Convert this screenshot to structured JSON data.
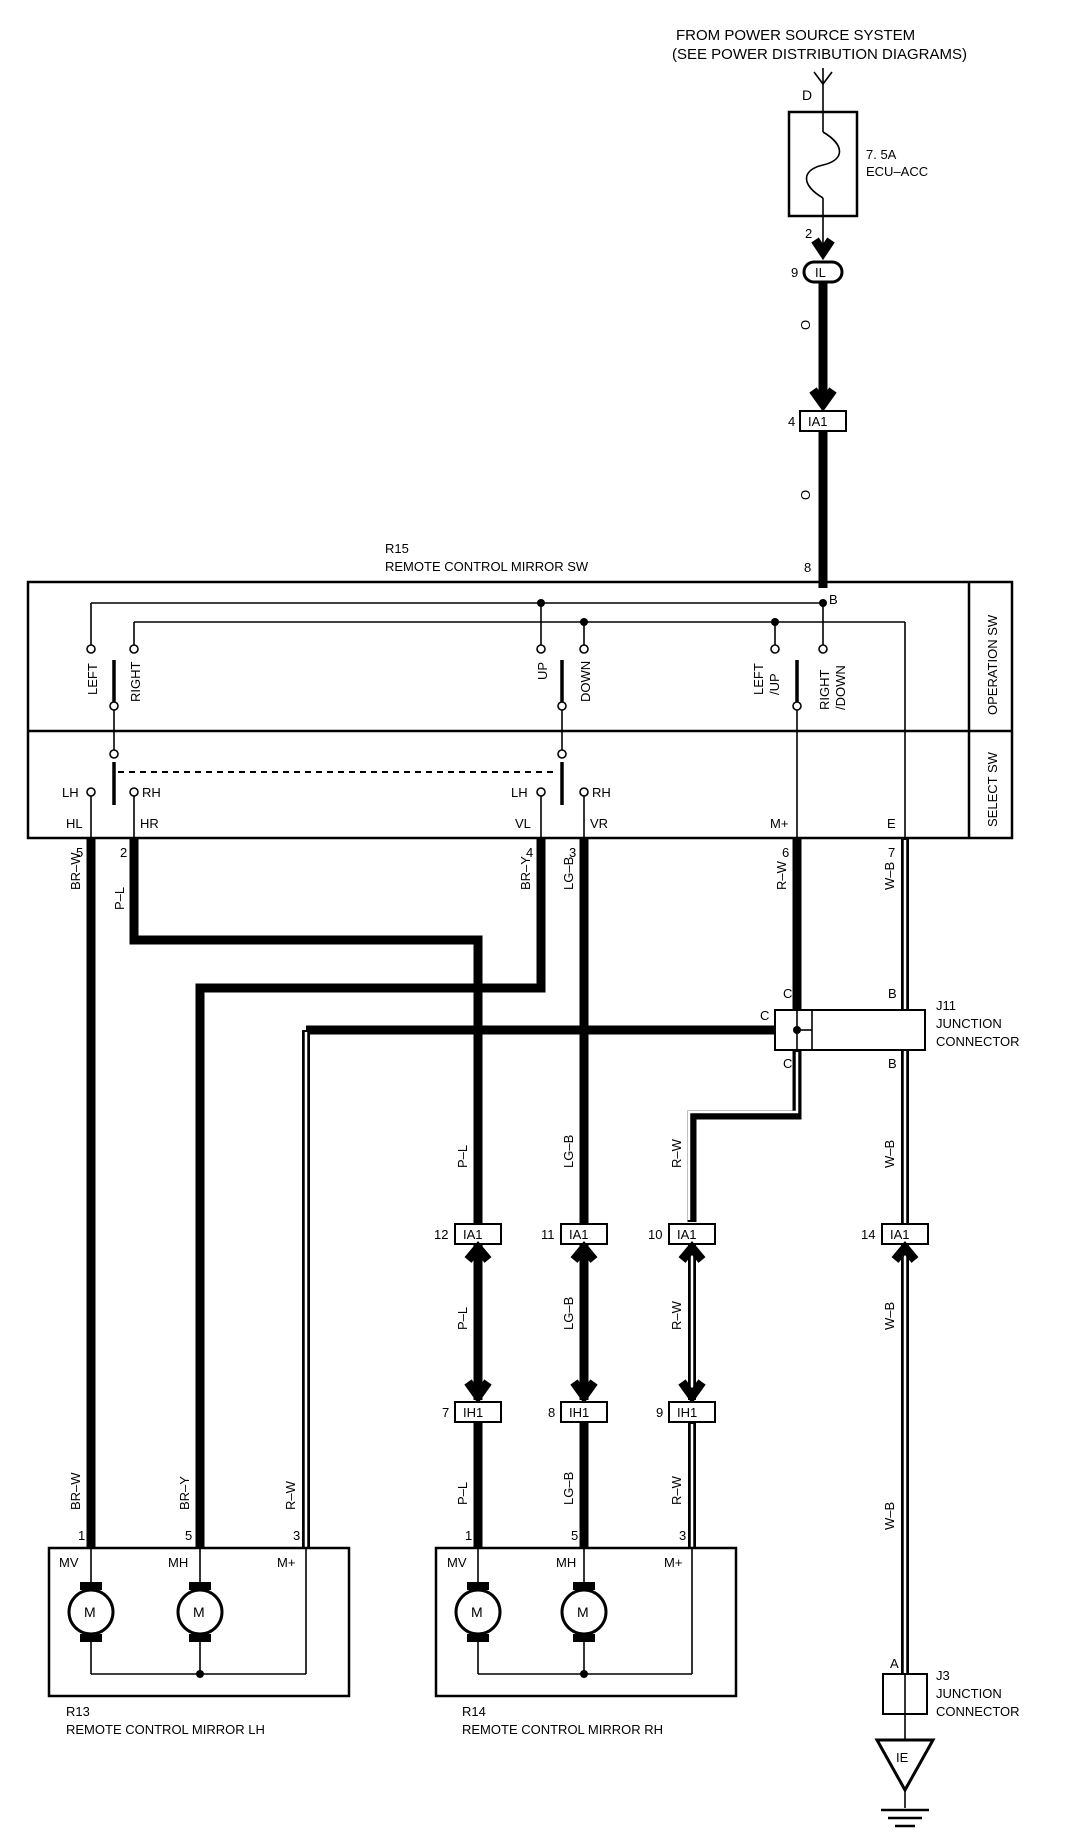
{
  "header": {
    "line1": "FROM POWER SOURCE SYSTEM",
    "line2": "(SEE POWER DISTRIBUTION DIAGRAMS)"
  },
  "fuse": {
    "rating": "7. 5A",
    "name": "ECU–ACC",
    "pin_in": "D",
    "pin_out": "2"
  },
  "connectors": {
    "il_top": {
      "label": "IL",
      "pin": "9"
    },
    "ia1_top": {
      "label": "IA1",
      "pin": "4"
    },
    "ia1_row": [
      {
        "label": "IA1",
        "pin": "12"
      },
      {
        "label": "IA1",
        "pin": "11"
      },
      {
        "label": "IA1",
        "pin": "10"
      },
      {
        "label": "IA1",
        "pin": "14"
      }
    ],
    "ih1_row": [
      {
        "label": "IH1",
        "pin": "7"
      },
      {
        "label": "IH1",
        "pin": "8"
      },
      {
        "label": "IH1",
        "pin": "9"
      }
    ]
  },
  "wire_colors": {
    "o1": "O",
    "o2": "O",
    "br_w": "BR–W",
    "p_l": "P–L",
    "br_y": "BR–Y",
    "lg_b": "LG–B",
    "r_w": "R–W",
    "w_b": "W–B"
  },
  "switch": {
    "ref": "R15",
    "name": "REMOTE CONTROL MIRROR SW",
    "operation_label": "OPERATION SW",
    "select_label": "SELECT SW",
    "pin_b_num": "8",
    "pin_b": "B",
    "contacts": {
      "left": "LEFT",
      "right": "RIGHT",
      "up": "UP",
      "down": "DOWN",
      "left_up": "LEFT\n/UP",
      "left_up_1": "LEFT",
      "left_up_2": "/UP",
      "right_down_1": "RIGHT",
      "right_down_2": "/DOWN"
    },
    "select": {
      "lh": "LH",
      "rh": "RH"
    },
    "terminals": [
      {
        "name": "HL",
        "pin": "5"
      },
      {
        "name": "HR",
        "pin": "2"
      },
      {
        "name": "VL",
        "pin": "4"
      },
      {
        "name": "VR",
        "pin": "3"
      },
      {
        "name": "M+",
        "pin": "6"
      },
      {
        "name": "E",
        "pin": "7"
      }
    ]
  },
  "j11": {
    "ref": "J11",
    "line1": "JUNCTION",
    "line2": "CONNECTOR",
    "pin_c": "C",
    "pin_b": "B"
  },
  "j3": {
    "ref": "J3",
    "line1": "JUNCTION",
    "line2": "CONNECTOR",
    "pin_a": "A"
  },
  "ground": {
    "label": "IE"
  },
  "mirror_lh": {
    "ref": "R13",
    "name": "REMOTE CONTROL MIRROR LH",
    "terminals": [
      {
        "name": "MV",
        "pin": "1"
      },
      {
        "name": "MH",
        "pin": "5"
      },
      {
        "name": "M+",
        "pin": "3"
      }
    ],
    "motor": "M"
  },
  "mirror_rh": {
    "ref": "R14",
    "name": "REMOTE CONTROL MIRROR RH",
    "terminals": [
      {
        "name": "MV",
        "pin": "1"
      },
      {
        "name": "MH",
        "pin": "5"
      },
      {
        "name": "M+",
        "pin": "3"
      }
    ],
    "motor": "M"
  }
}
